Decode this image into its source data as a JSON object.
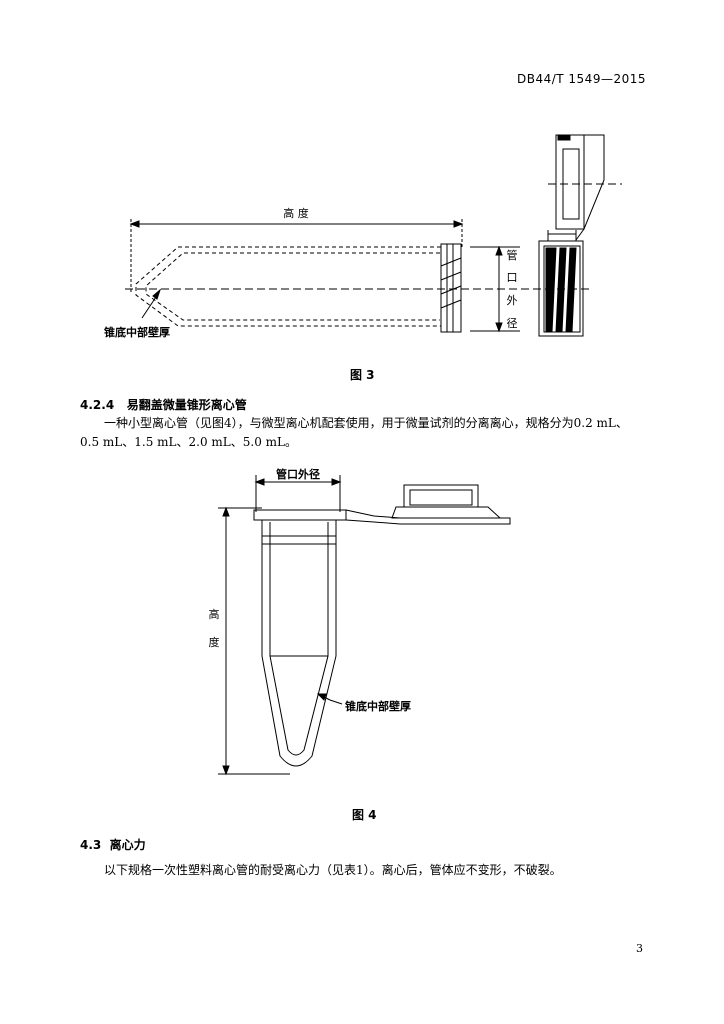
{
  "header": {
    "standard_code": "DB44/T 1549—2015"
  },
  "figure3": {
    "caption": "图 3",
    "height_label": "高 度",
    "mouth_label_chars": [
      "管",
      "口",
      "外",
      "径"
    ],
    "bottom_wall_label": "锥底中部壁厚"
  },
  "section_4_2_4": {
    "number": "4.2.4",
    "title": "易翻盖微量锥形离心管",
    "para_line1": "一种小型离心管（见图4），与微型离心机配套使用，用于微量试剂的分离离心，规格分为0.2 mL、",
    "para_line2": "0.5 mL、1.5 mL、2.0 mL、5.0 mL。"
  },
  "figure4": {
    "caption": "图 4",
    "mouth_label": "管口外径",
    "height_chars": [
      "高",
      "度"
    ],
    "bottom_wall_label": "锥底中部壁厚"
  },
  "section_4_3": {
    "number": "4.3",
    "title": "离心力",
    "para": "以下规格一次性塑料离心管的耐受离心力（见表1）。离心后，管体应不变形，不破裂。"
  },
  "footer": {
    "page_number": "3"
  }
}
